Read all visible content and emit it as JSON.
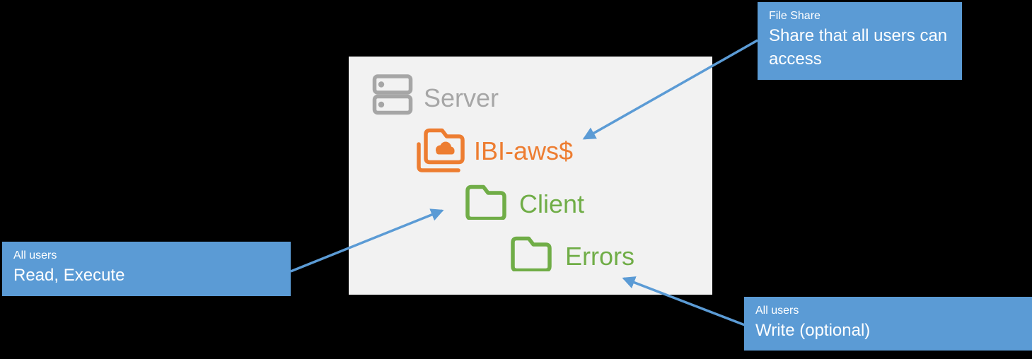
{
  "colors": {
    "background": "#000000",
    "panel_bg": "#F2F2F2",
    "callout_blue": "#5B9BD5",
    "arrow_blue": "#5B9BD5",
    "server_gray": "#A6A6A6",
    "share_orange": "#ED7D31",
    "folder_green": "#70AD47",
    "callout_text": "#FFFFFF"
  },
  "panel": {
    "items": [
      {
        "label": "Server",
        "icon": "server-icon",
        "color": "#A6A6A6"
      },
      {
        "label": "IBI-aws$",
        "icon": "cloud-share-folder-icon",
        "color": "#ED7D31"
      },
      {
        "label": "Client",
        "icon": "folder-icon",
        "color": "#70AD47"
      },
      {
        "label": "Errors",
        "icon": "folder-icon",
        "color": "#70AD47"
      }
    ]
  },
  "callouts": {
    "file_share": {
      "title": "File Share",
      "body": "Share that all users can access"
    },
    "read_execute": {
      "title": "All users",
      "body": "Read, Execute"
    },
    "write_optional": {
      "title": "All users",
      "body": "Write (optional)"
    }
  }
}
